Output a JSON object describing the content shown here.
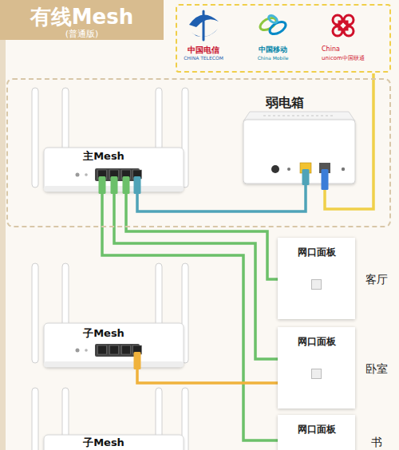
{
  "diagram": {
    "title": "有线Mesh",
    "nodes": [
      {
        "text": [
          "中国电信",
          "CHINA TELECOM",
          "中国移动",
          "China Mobile",
          "China",
          "unicom中国联通"
        ]
      },
      {
        "text": [
          "弱电箱"
        ]
      },
      {
        "text": [
          "主Mesh"
        ],
        "in": 1
      },
      {
        "text": [
          "网口面板",
          "客厅"
        ]
      },
      {
        "text": [
          "网口面板",
          "卧室"
        ]
      },
      {
        "text": [
          "网口面板",
          "书"
        ]
      },
      {
        "text": [
          "子Mesh"
        ]
      },
      {
        "text": [
          "子Mesh"
        ]
      }
    ],
    "edges": [
      {
        "from": 2,
        "to": 3,
        "arrow": "none"
      },
      {
        "from": 2,
        "to": 4,
        "arrow": "none"
      },
      {
        "from": 2,
        "to": 5,
        "arrow": "none"
      },
      {
        "from": 4,
        "to": 6,
        "arrow": "none"
      }
    ],
    "labels": [
      "(普通版)"
    ]
  }
}
